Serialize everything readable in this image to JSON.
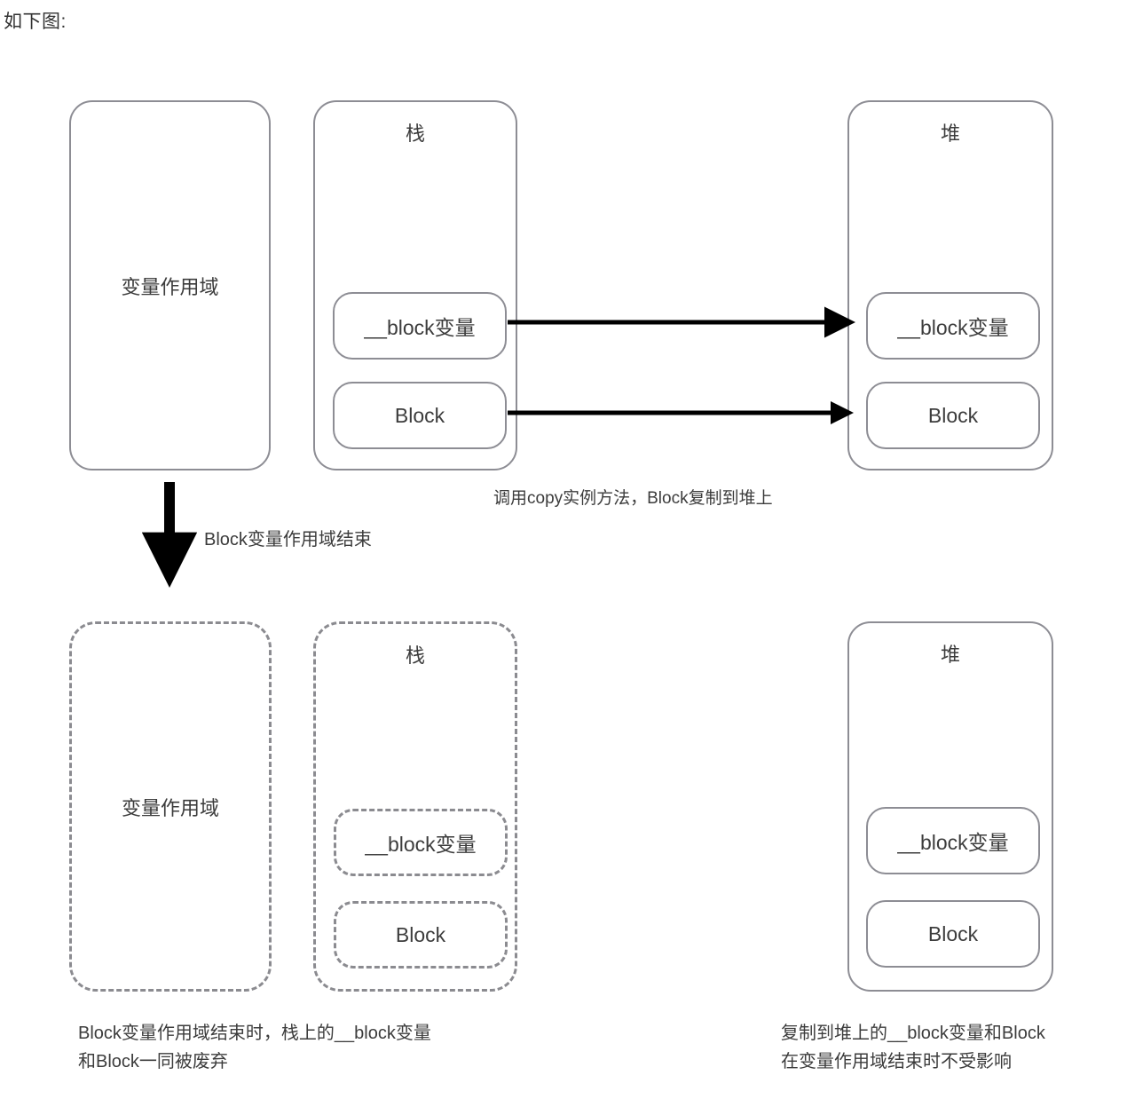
{
  "intro": {
    "text": "如下图:"
  },
  "diagram": {
    "top": {
      "scope_box": {
        "label": "变量作用域"
      },
      "stack_box": {
        "title": "栈",
        "slots": [
          {
            "label": "__block变量"
          },
          {
            "label": "Block"
          }
        ]
      },
      "heap_box": {
        "title": "堆",
        "slots": [
          {
            "label": "__block变量"
          },
          {
            "label": "Block"
          }
        ]
      },
      "copy_caption": "调用copy实例方法，Block复制到堆上"
    },
    "transition": {
      "arrow_caption": "Block变量作用域结束"
    },
    "bottom": {
      "scope_box": {
        "label": "变量作用域"
      },
      "stack_box": {
        "title": "栈",
        "slots": [
          {
            "label": "__block变量"
          },
          {
            "label": "Block"
          }
        ]
      },
      "heap_box": {
        "title": "堆",
        "slots": [
          {
            "label": "__block变量"
          },
          {
            "label": "Block"
          }
        ]
      },
      "left_caption": "Block变量作用域结束时，栈上的__block变量\n和Block一同被废弃",
      "right_caption": "复制到堆上的__block变量和Block\n在变量作用域结束时不受影响"
    }
  },
  "colors": {
    "stroke": "#8d8d94",
    "dashed_stroke": "#8b8b90",
    "arrow": "#000000",
    "text": "#3c3c3c",
    "background": "#ffffff"
  }
}
